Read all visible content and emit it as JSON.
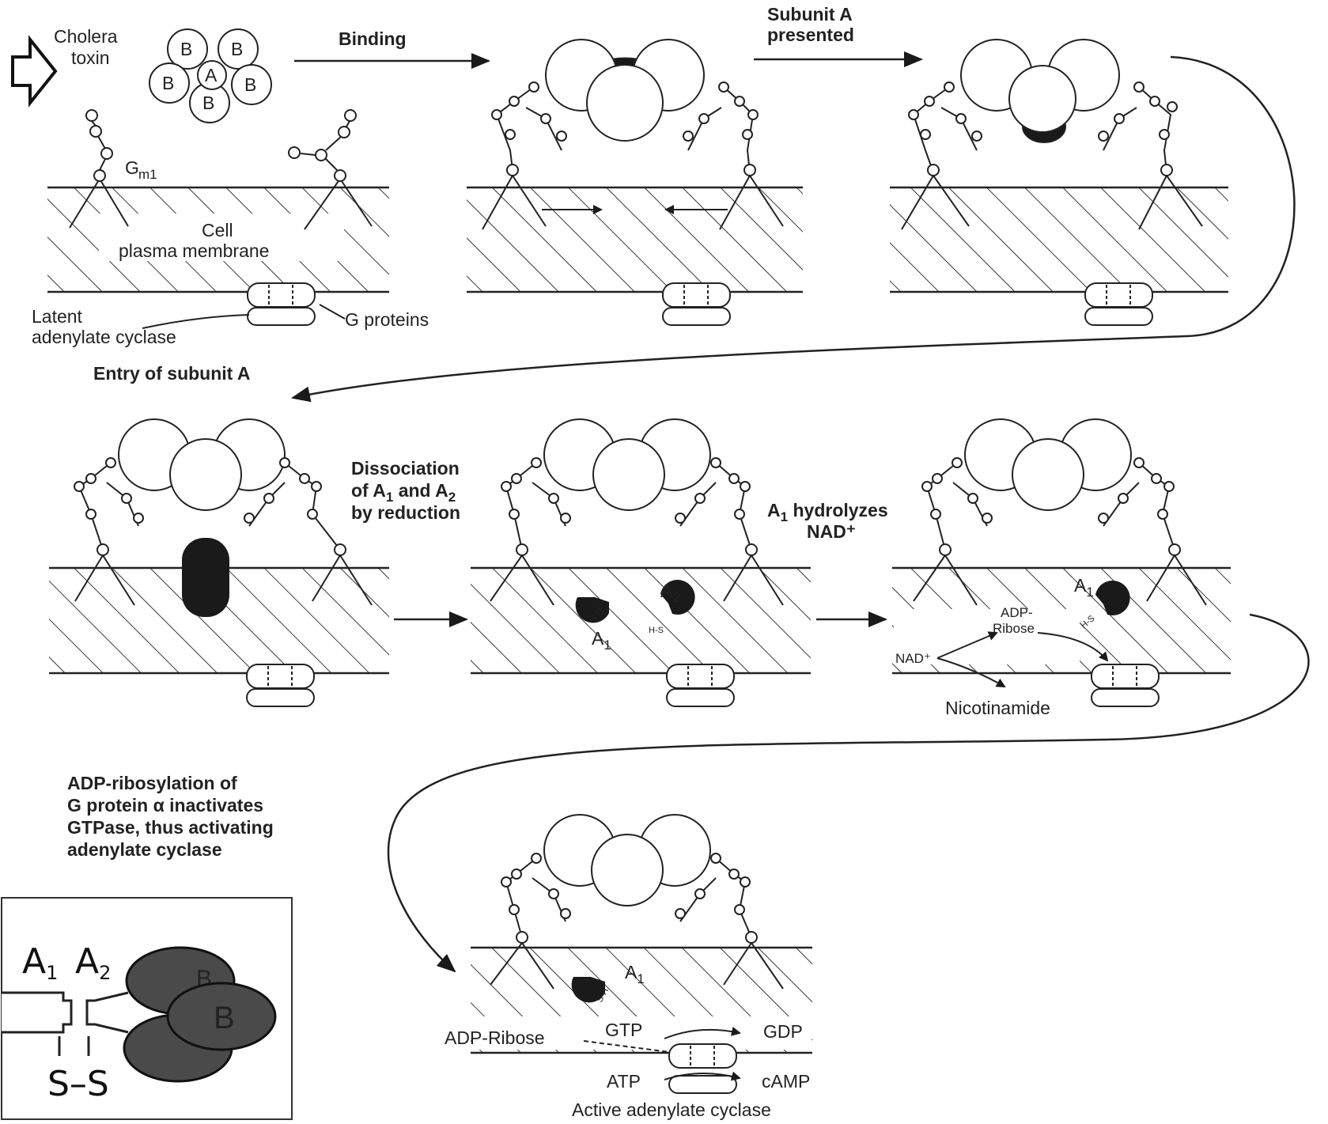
{
  "labels": {
    "cholera_toxin_1": "Cholera",
    "cholera_toxin_2": "toxin",
    "subunit_b": "B",
    "subunit_a": "A",
    "binding": "Binding",
    "subunit_a_presented_1": "Subunit A",
    "subunit_a_presented_2": "presented",
    "gm1": "G",
    "gm1_sub": "m1",
    "cell": "Cell",
    "plasma_membrane": "plasma membrane",
    "latent_1": "Latent",
    "latent_2": "adenylate cyclase",
    "g_proteins": "G proteins",
    "entry_of_subunit_a": "Entry of subunit A",
    "dissociation_1": "Dissociation",
    "dissociation_2a": "of A",
    "dissociation_2b": "1",
    "dissociation_2c": " and A",
    "dissociation_2d": "2",
    "dissociation_3": "by reduction",
    "hydrolyzes_1a": "A",
    "hydrolyzes_1b": "1",
    "hydrolyzes_1c": " hydrolyzes",
    "hydrolyzes_2": "NAD⁺",
    "a2": "A",
    "a2_sub": "2",
    "a1": "A",
    "a1_sub": "1",
    "sh": "S-H",
    "hs": "H-S",
    "adp_ribose_small_1": "ADP-",
    "adp_ribose_small_2": "Ribose",
    "nad_plus": "NAD⁺",
    "nicotinamide": "Nicotinamide",
    "adp_ribosylation_1": "ADP-ribosylation of",
    "adp_ribosylation_2": "G protein α inactivates",
    "adp_ribosylation_3": "GTPase, thus activating",
    "adp_ribosylation_4": "adenylate cyclase",
    "adp_ribose": "ADP-Ribose",
    "gtp": "GTP",
    "gdp": "GDP",
    "atp": "ATP",
    "camp": "cAMP",
    "active_ac": "Active adenylate cyclase",
    "inset_a1": "A",
    "inset_a1_sub": "1",
    "inset_a2": "A",
    "inset_a2_sub": "2",
    "inset_b": "B",
    "inset_b_back": "B",
    "inset_ss": "S–S"
  },
  "colors": {
    "ink": "#1a1a1a",
    "dark_subunit": "#1f1f1f",
    "inset_b_fill": "#4a4a4a"
  }
}
